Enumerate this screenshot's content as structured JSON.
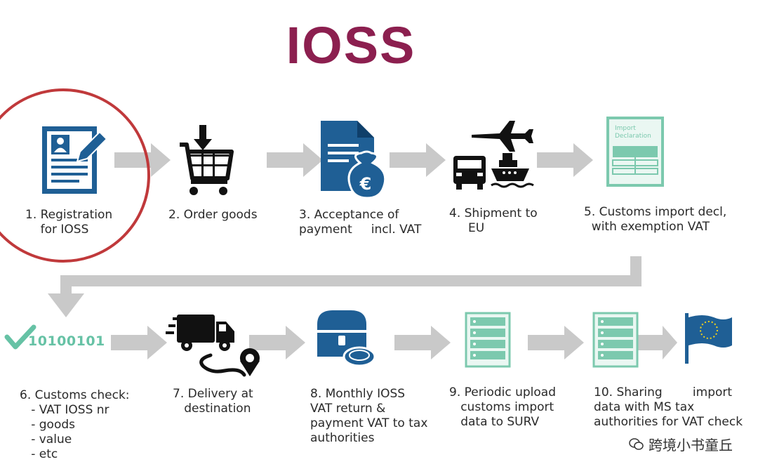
{
  "title": "IOSS",
  "steps": [
    {
      "label": "1. Registration\n    for IOSS",
      "icon": "registration-form-icon"
    },
    {
      "label": "2. Order goods",
      "icon": "shopping-cart-icon"
    },
    {
      "label": "3. Acceptance of\npayment     incl. VAT",
      "icon": "invoice-euro-icon"
    },
    {
      "label": "4. Shipment to\n     EU",
      "icon": "shipment-transport-icon"
    },
    {
      "label": "5. Customs import decl,\n  with exemption VAT",
      "icon": "import-declaration-icon"
    },
    {
      "label": "6. Customs check:\n   - VAT IOSS nr\n   - goods\n   - value\n   - etc",
      "icon": "customs-check-icon"
    },
    {
      "label": "7. Delivery at\n   destination",
      "icon": "delivery-truck-icon"
    },
    {
      "label": "8. Monthly IOSS\nVAT return &\npayment VAT to tax\nauthorities",
      "icon": "treasure-chest-icon"
    },
    {
      "label": "9. Periodic upload\n   customs import\n   data to SURV",
      "icon": "server-upload-icon"
    },
    {
      "label": "10. Sharing        import\ndata with MS tax\nauthorities for VAT check",
      "icon": "server-share-icon"
    }
  ],
  "icon_texts": {
    "declaration_text": "Import\nDeclaration",
    "check_code": "10100101"
  },
  "watermark": "跨境小书童丘",
  "colors": {
    "title": "#8c1f4f",
    "icon_blue": "#1f5f95",
    "icon_green": "#6cc4a6",
    "arrow_gray": "#c9c9c9",
    "highlight_red": "#c0393b"
  }
}
